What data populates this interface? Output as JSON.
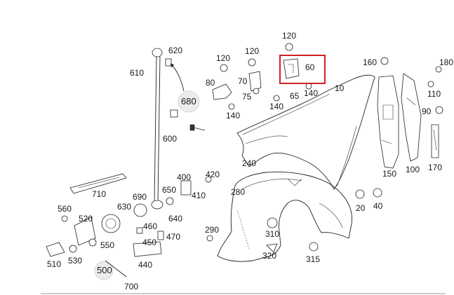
{
  "diagram": {
    "highlighted_part": "60",
    "accent_color": "#d0202a",
    "parts": [
      {
        "id": "p120a",
        "label": "120"
      },
      {
        "id": "p620",
        "label": "620"
      },
      {
        "id": "p120b",
        "label": "120"
      },
      {
        "id": "p120c",
        "label": "120"
      },
      {
        "id": "p60",
        "label": "60"
      },
      {
        "id": "p160",
        "label": "160"
      },
      {
        "id": "p180",
        "label": "180"
      },
      {
        "id": "p610",
        "label": "610"
      },
      {
        "id": "p80",
        "label": "80"
      },
      {
        "id": "p70",
        "label": "70"
      },
      {
        "id": "p75",
        "label": "75"
      },
      {
        "id": "p65",
        "label": "65"
      },
      {
        "id": "p140a",
        "label": "140"
      },
      {
        "id": "p10",
        "label": "10"
      },
      {
        "id": "p110",
        "label": "110"
      },
      {
        "id": "p680",
        "label": "680"
      },
      {
        "id": "p140b",
        "label": "140"
      },
      {
        "id": "p140c",
        "label": "140"
      },
      {
        "id": "p90",
        "label": "90"
      },
      {
        "id": "p600",
        "label": "600"
      },
      {
        "id": "p240",
        "label": "240"
      },
      {
        "id": "p170",
        "label": "170"
      },
      {
        "id": "p150",
        "label": "150"
      },
      {
        "id": "p100",
        "label": "100"
      },
      {
        "id": "p400",
        "label": "400"
      },
      {
        "id": "p420",
        "label": "420"
      },
      {
        "id": "p710",
        "label": "710"
      },
      {
        "id": "p650",
        "label": "650"
      },
      {
        "id": "p410",
        "label": "410"
      },
      {
        "id": "p280",
        "label": "280"
      },
      {
        "id": "p690",
        "label": "690"
      },
      {
        "id": "p630",
        "label": "630"
      },
      {
        "id": "p20",
        "label": "20"
      },
      {
        "id": "p40",
        "label": "40"
      },
      {
        "id": "p560",
        "label": "560"
      },
      {
        "id": "p520",
        "label": "520"
      },
      {
        "id": "p640",
        "label": "640"
      },
      {
        "id": "p460",
        "label": "460"
      },
      {
        "id": "p290",
        "label": "290"
      },
      {
        "id": "p310",
        "label": "310"
      },
      {
        "id": "p470",
        "label": "470"
      },
      {
        "id": "p550",
        "label": "550"
      },
      {
        "id": "p450",
        "label": "450"
      },
      {
        "id": "p320",
        "label": "320"
      },
      {
        "id": "p315",
        "label": "315"
      },
      {
        "id": "p510",
        "label": "510"
      },
      {
        "id": "p530",
        "label": "530"
      },
      {
        "id": "p440",
        "label": "440"
      },
      {
        "id": "p500",
        "label": "500"
      },
      {
        "id": "p700",
        "label": "700"
      }
    ]
  }
}
